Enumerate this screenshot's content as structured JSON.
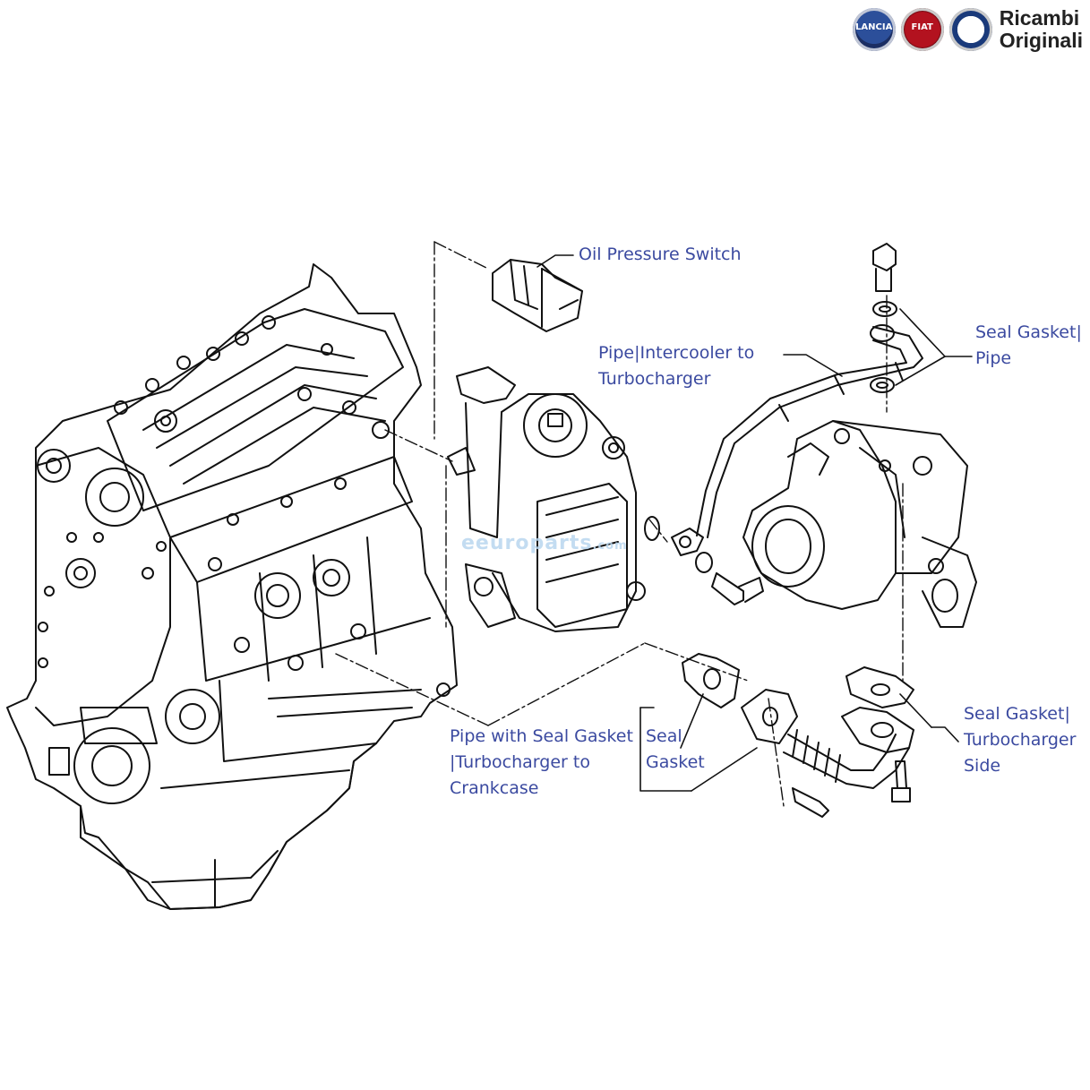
{
  "brand": {
    "badges": [
      {
        "name": "lancia",
        "text": "LANCIA"
      },
      {
        "name": "fiat",
        "text": "FIAT"
      },
      {
        "name": "alfa",
        "text": ""
      }
    ],
    "text_line1": "Ricambi",
    "text_line2": "Originali"
  },
  "watermark": {
    "main": "eeuroparts",
    "suffix": ".com"
  },
  "callouts": {
    "oil_pressure_switch": "Oil Pressure Switch",
    "pipe_intercooler_line1": "Pipe|Intercooler to",
    "pipe_intercooler_line2": "Turbocharger",
    "seal_gasket_pipe_line1": "Seal Gasket|",
    "seal_gasket_pipe_line2": "Pipe",
    "pipe_seal_gasket_line1": "Pipe with Seal Gasket",
    "pipe_seal_gasket_line2": "|Turbocharger to",
    "pipe_seal_gasket_line3": "Crankcase",
    "seal_gasket_line1": "Seal",
    "seal_gasket_line2": "Gasket",
    "seal_gasket_turbo_line1": "Seal Gasket|",
    "seal_gasket_turbo_line2": "Turbocharger",
    "seal_gasket_turbo_line3": "Side"
  },
  "colors": {
    "callout": "#3b4aa0",
    "line": "#111111"
  }
}
